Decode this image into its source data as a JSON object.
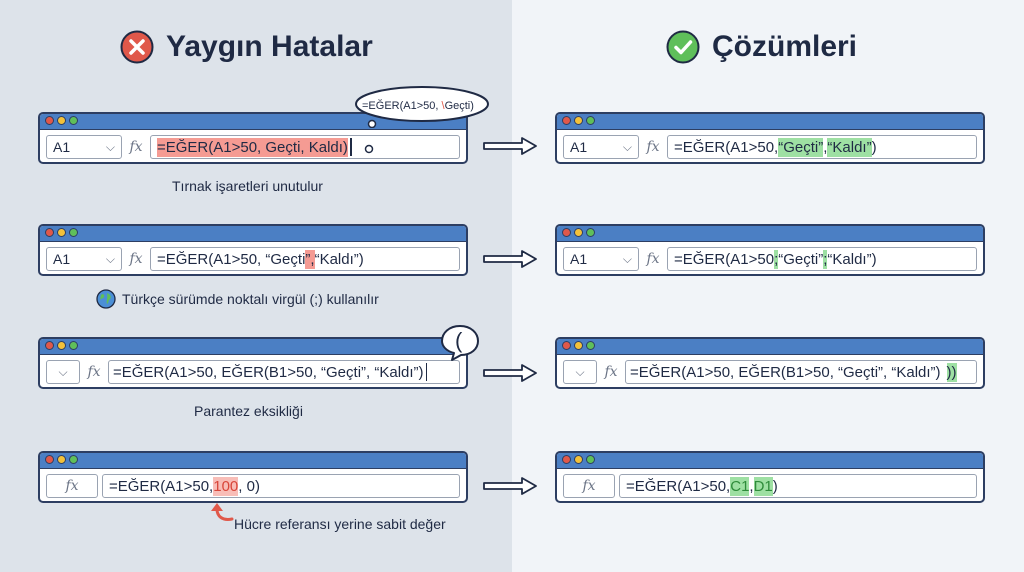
{
  "left_title": "Yaygın Hatalar",
  "right_title": "Çözümleri",
  "colors": {
    "error": "#e0584a",
    "success": "#5fbf5a",
    "titlebar": "#4b7fc4",
    "highlight_red": "#f59b93",
    "highlight_green": "#9ee0a3"
  },
  "rows": [
    {
      "wrong": {
        "name": "A1",
        "f1": "=EĞER(A1>50, Geçti, Kaldı)",
        "f2": ""
      },
      "thought": {
        "a": "=EĞER(A1>50, ",
        "b": "Geçti)"
      },
      "caption": "Tırnak işaretleri unutulur",
      "fixed": {
        "name": "A1",
        "a": "=EĞER(A1>50, ",
        "b": "“Geçti”",
        "c": ", ",
        "d": "“Kaldı”",
        "e": ")"
      }
    },
    {
      "wrong": {
        "name": "A1",
        "a": "=EĞER(A1>50, “Geçti",
        "b": "”,",
        "c": " “Kaldı”)"
      },
      "caption": "Türkçe sürümde noktalı virgül (;) kullanılır",
      "caption_icon": "globe-icon",
      "fixed": {
        "name": "A1",
        "a": "=EĞER(A1>50",
        "b": ";",
        "c": " “Geçti”",
        "d": ";",
        "e": " “Kaldı”)"
      }
    },
    {
      "wrong": {
        "a": "=EĞER(A1>50, EĞER(B1>50, “Geçti”, “Kaldı”)"
      },
      "bubble": "(",
      "caption": "Parantez eksikliği",
      "fixed": {
        "a": "=EĞER(A1>50, EĞER(B1>50, “Geçti”, “Kaldı”)",
        "b": "))"
      }
    },
    {
      "wrong": {
        "a": "=EĞER(A1>50, ",
        "b": "100",
        "c": ", 0)"
      },
      "caption": "Hücre referansı yerine sabit değer",
      "fixed": {
        "a": "=EĞER(A1>50, ",
        "b": "C1",
        "c": ", ",
        "d": "D1",
        "e": ")"
      }
    }
  ]
}
